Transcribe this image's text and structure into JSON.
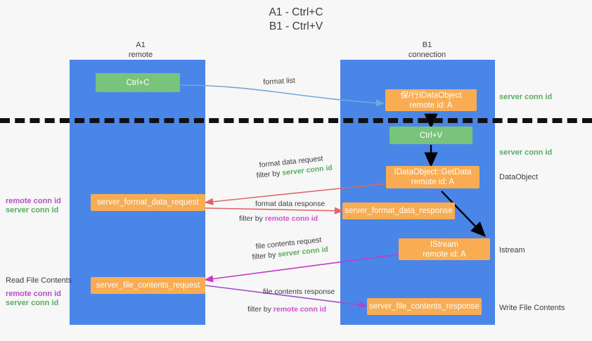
{
  "title": "A1 - Ctrl+C\nB1 - Ctrl+V",
  "columns": {
    "left": "A1\nremote",
    "right": "B1\nconnection"
  },
  "nodes": {
    "ctrl_c": "Ctrl+C",
    "ctrl_v": "Ctrl+V",
    "idataobject": "保/行IDataObject\nremote id: A",
    "getdata": "IDataObject::GetData\nremote id: A",
    "istream": "IStream\nremote id: A",
    "server_format_data_request": "server_format_data_request",
    "server_format_data_response": "server_format_data_response",
    "server_file_contents_request": "server_file_contents_request",
    "server_file_contents_response": "server_file_contents_response"
  },
  "right_labels": {
    "server_conn_id_1": "server conn id",
    "server_conn_id_2": "server conn id",
    "dataobject": "DataObject",
    "istream": "Istream",
    "write_file_contents": "Write File Contents"
  },
  "left_labels": {
    "remote_conn_id_1": "remote conn id",
    "server_conn_id_1": "server conn id",
    "read_file_contents": "Read File Contents",
    "remote_conn_id_2": "remote conn id",
    "server_conn_id_2": "server conn id"
  },
  "edges": {
    "format_list": "format list",
    "format_data_request": "format data request",
    "format_data_request_filter_prefix": "filter by ",
    "format_data_request_filter_value": "server conn id",
    "format_data_response": "format data response",
    "format_data_response_filter_prefix": "filter by ",
    "format_data_response_filter_value": "remote conn id",
    "file_contents_request": "file contents request",
    "file_contents_request_filter_prefix": "filter by ",
    "file_contents_request_filter_value": "server conn id",
    "file_contents_response": "file contents response",
    "file_contents_response_filter_prefix": "filter by ",
    "file_contents_response_filter_value": "remote conn id"
  },
  "colors": {
    "lane": "#4a86e8",
    "green_node": "#79c47c",
    "orange_node": "#f9ac52",
    "background": "#f7f7f7",
    "dashed_line": "#111111",
    "arrow_blue": "#6fa8dc",
    "arrow_red": "#e06666",
    "arrow_magenta": "#c838c8",
    "arrow_purple": "#a14fc8",
    "arrow_black": "#000000",
    "green_text": "#5aab61",
    "magenta_text": "#b450c8"
  }
}
